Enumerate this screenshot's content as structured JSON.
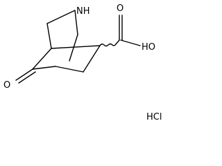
{
  "molecule": {
    "atoms": {
      "nitrogen": "NH",
      "oxygen_ketone": "O",
      "oxygen_carbonyl": "O",
      "hydroxyl": "HO"
    },
    "salt": "HCl"
  },
  "colors": {
    "bond": "#000000",
    "text": "#000000",
    "background": "#ffffff"
  }
}
